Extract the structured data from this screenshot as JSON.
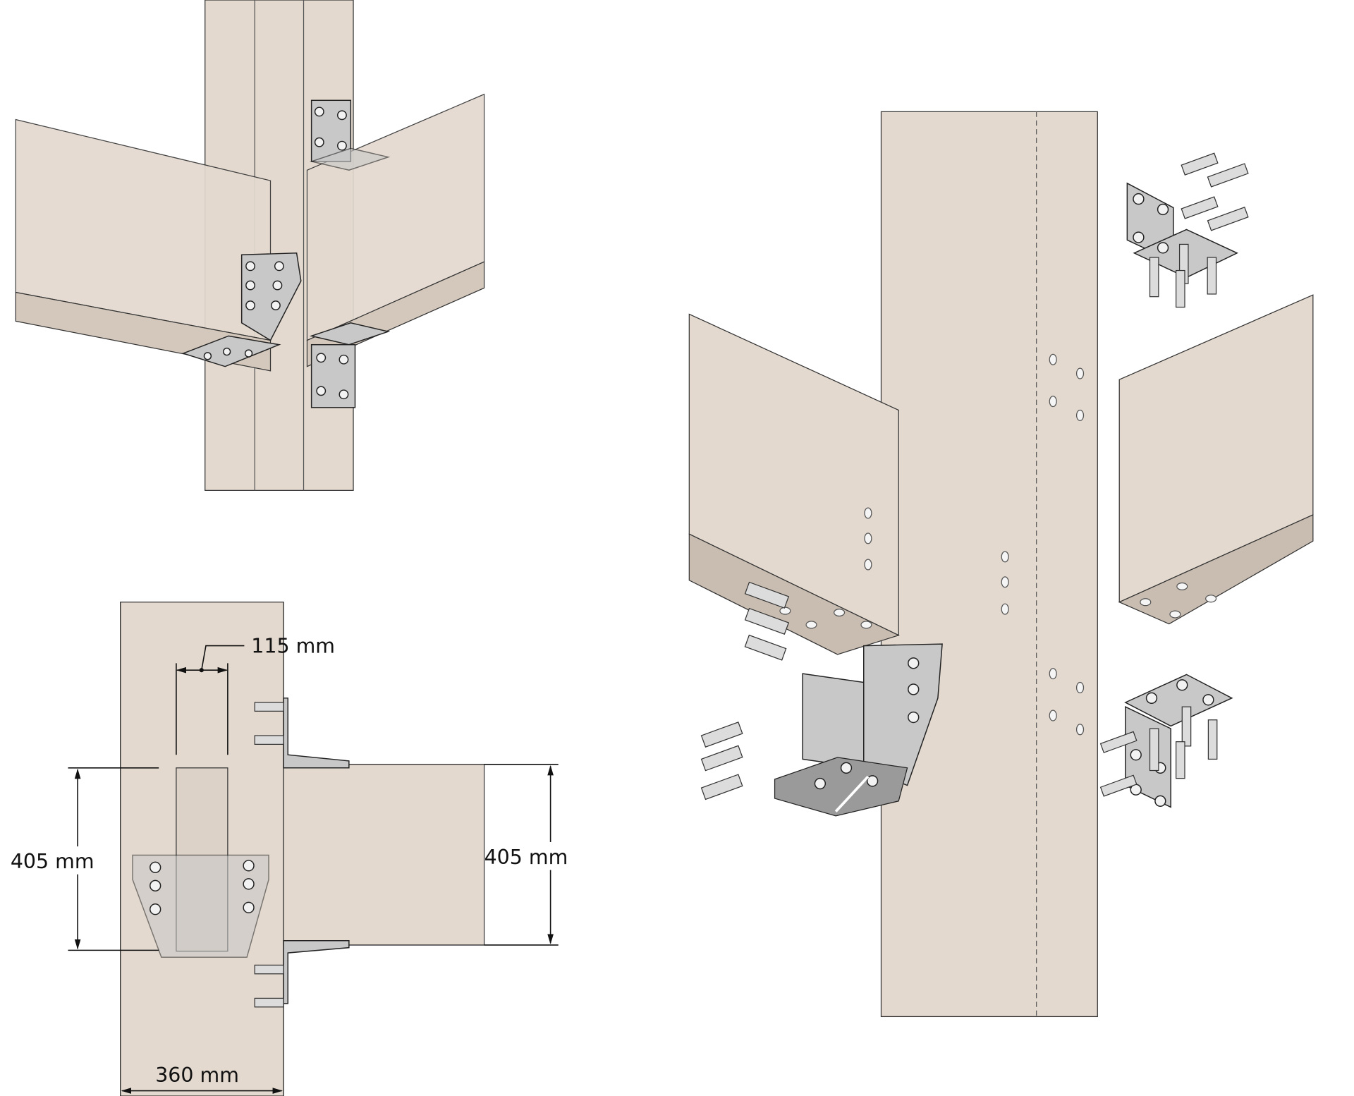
{
  "dimensions": {
    "slot_width": "115 mm",
    "beam_height_left": "405 mm",
    "beam_height_right": "405 mm",
    "column_width": "360 mm"
  },
  "colors": {
    "timber": "#e3d9cf",
    "steel": "#c8c8c8",
    "line": "#222222"
  }
}
